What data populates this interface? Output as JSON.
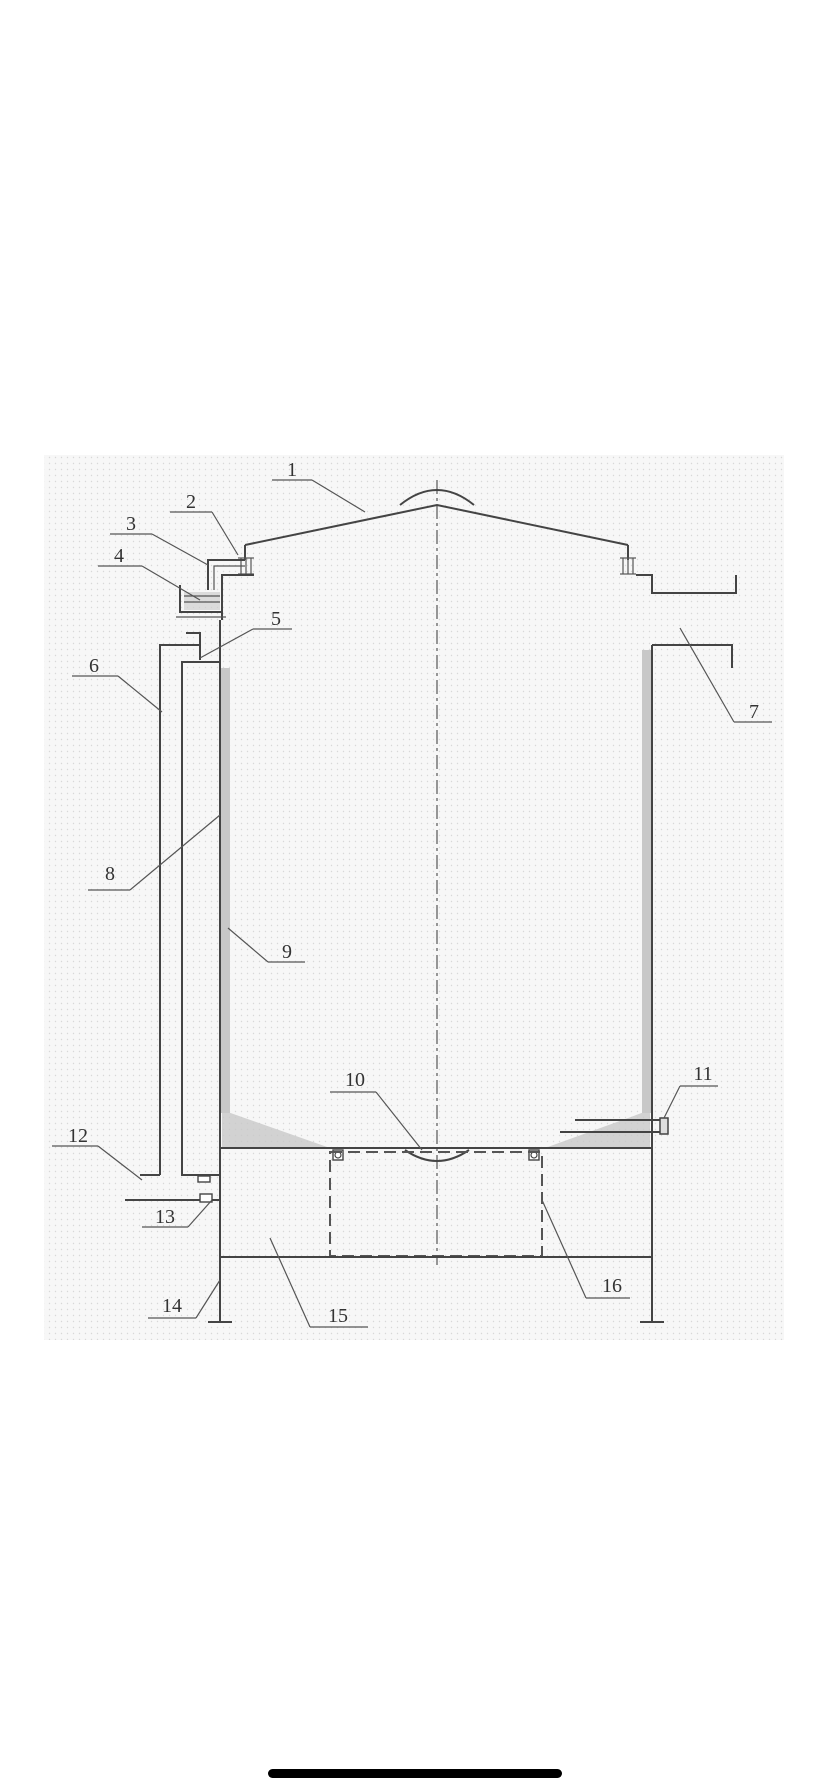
{
  "figure": {
    "type": "patent-schematic",
    "view": "vertical cross-section of a cylindrical storage tank with conical roof, dash-dot centerline"
  },
  "callouts": [
    {
      "id": "1",
      "text": "1"
    },
    {
      "id": "2",
      "text": "2"
    },
    {
      "id": "3",
      "text": "3"
    },
    {
      "id": "4",
      "text": "4"
    },
    {
      "id": "5",
      "text": "5"
    },
    {
      "id": "6",
      "text": "6"
    },
    {
      "id": "7",
      "text": "7"
    },
    {
      "id": "8",
      "text": "8"
    },
    {
      "id": "9",
      "text": "9"
    },
    {
      "id": "10",
      "text": "10"
    },
    {
      "id": "11",
      "text": "11"
    },
    {
      "id": "12",
      "text": "12"
    },
    {
      "id": "13",
      "text": "13"
    },
    {
      "id": "14",
      "text": "14"
    },
    {
      "id": "15",
      "text": "15"
    },
    {
      "id": "16",
      "text": "16"
    }
  ],
  "colors": {
    "background": "#ffffff",
    "panel": "#f7f7f7",
    "stipple": "#d8d8d8",
    "line": "#555555",
    "insulation": "#c8c8c8"
  }
}
